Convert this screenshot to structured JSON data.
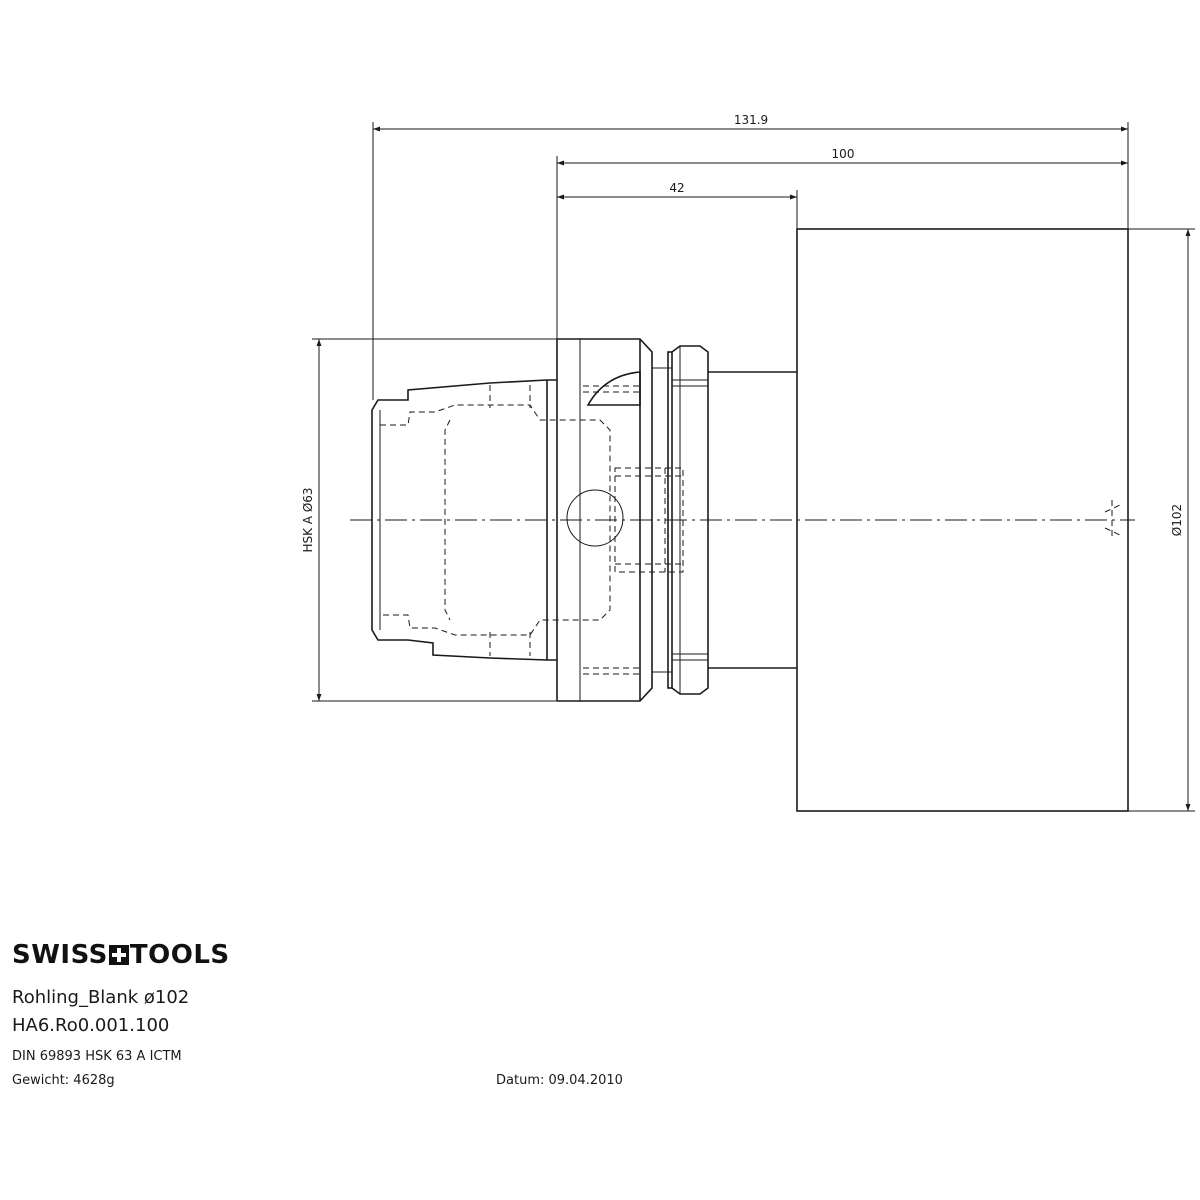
{
  "dimensions": {
    "overall_length": "131.9",
    "length_100": "100",
    "length_42": "42",
    "shank_diameter": "HSK A Ø63",
    "body_diameter": "Ø102"
  },
  "title_block": {
    "brand_left": "SWISS",
    "brand_right": "TOOLS",
    "brand_icon": "swiss-cross-icon",
    "title": "Rohling_Blank  ø102",
    "part_number": "HA6.Ro0.001.100",
    "standard": "DIN 69893 HSK 63 A ICTM",
    "weight": "Gewicht: 4628g",
    "date": "Datum: 09.04.2010"
  }
}
